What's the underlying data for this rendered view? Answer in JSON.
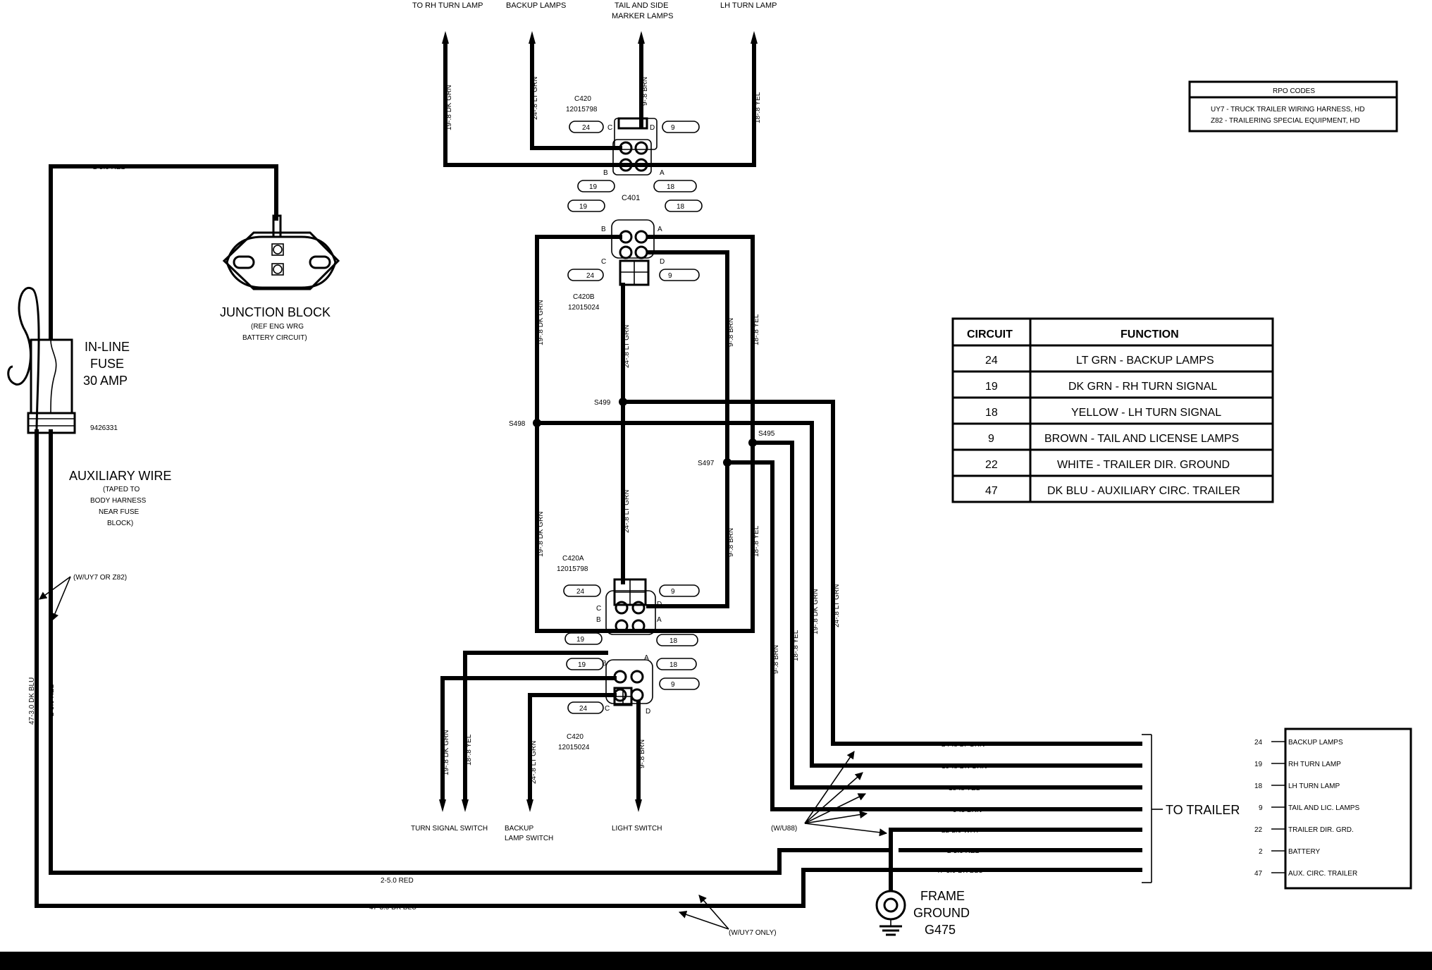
{
  "top_labels": {
    "rh_turn": "TO RH TURN LAMP",
    "backup": "BACKUP LAMPS",
    "tail_side_1": "TAIL AND SIDE",
    "tail_side_2": "MARKER LAMPS",
    "lh_turn": "LH TURN LAMP"
  },
  "wire_labels": {
    "w19_top": "19-.8 DK GRN",
    "w24_top": "24-.8 LT GRN",
    "w9_top": "9-.8 BRN",
    "w18_top": "18-.8 YEL",
    "w2_red_top": "2-5.0 RED",
    "w19_mid": "19-.8 DK GRN",
    "w24_mid": "24-.8 LT GRN",
    "w9_mid": "9-.8 BRN",
    "w18_mid": "18-.8 YEL",
    "w19_low": "19-.8 DK GRN",
    "w24_low": "24-.8 LT GRN",
    "w9_low": "9-.8 BRN",
    "w18_low": "18-.8 YEL",
    "w9_right": "9-.8 BRN",
    "w18_right": "18-.8 YEL",
    "w19_right": "19-.8 DK GRN",
    "w24_right": "24-.8 LT GRN",
    "w19_bot": "19-.8 DK GRN",
    "w18_bot": "18-.8 YEL",
    "w24_bot": "24-.8 LT GRN",
    "w9_bot": "9-.8 BRN",
    "w47_left": "47-3.0 DK BLU",
    "w2_left": "2-5.0 RED",
    "w2_bottom": "2-5.0 RED",
    "w47_bottom": "47-3.0 DK BLU"
  },
  "connectors": {
    "c420_top": "C420",
    "c420_top_pn": "12015798",
    "c401": "C401",
    "c420b": "C420B",
    "c420b_pn": "12015024",
    "c420a": "C420A",
    "c420a_pn": "12015798",
    "c420_bot": "C420",
    "c420_bot_pn": "12015024",
    "pin_a": "A",
    "pin_b": "B",
    "pin_c": "C",
    "pin_d": "D",
    "n24": "24",
    "n19": "19",
    "n18": "18",
    "n9": "9"
  },
  "splices": {
    "s499": "S499",
    "s498": "S498",
    "s495": "S495",
    "s497": "S497"
  },
  "rpo": {
    "title": "RPO CODES",
    "line1": "UY7 - TRUCK TRAILER WIRING HARNESS, HD",
    "line2": "Z82 - TRAILERING SPECIAL EQUIPMENT, HD"
  },
  "junction": {
    "title": "JUNCTION BLOCK",
    "sub1": "(REF ENG WRG",
    "sub2": "BATTERY CIRCUIT)"
  },
  "fuse": {
    "line1": "IN-LINE",
    "line2": "FUSE",
    "line3": "30 AMP",
    "part": "9426331"
  },
  "aux": {
    "title": "AUXILIARY WIRE",
    "sub1": "(TAPED TO",
    "sub2": "BODY HARNESS",
    "sub3": "NEAR FUSE",
    "sub4": "BLOCK)",
    "option": "(W/UY7 OR Z82)"
  },
  "circuit_table": {
    "head_circuit": "CIRCUIT",
    "head_function": "FUNCTION",
    "rows": [
      {
        "circuit": "24",
        "function": "LT GRN - BACKUP LAMPS"
      },
      {
        "circuit": "19",
        "function": "DK GRN - RH TURN SIGNAL"
      },
      {
        "circuit": "18",
        "function": "YELLOW - LH TURN SIGNAL"
      },
      {
        "circuit": "9",
        "function": "BROWN - TAIL AND LICENSE LAMPS"
      },
      {
        "circuit": "22",
        "function": "WHITE - TRAILER DIR. GROUND"
      },
      {
        "circuit": "47",
        "function": "DK BLU - AUXILIARY CIRC. TRAILER"
      }
    ]
  },
  "trailer": {
    "wires": [
      "24-.8 LT GRN",
      "19-.8 DK GRN",
      "18-.8 YEL",
      "9-.8 BRN",
      "22-2.0 WHT",
      "2-5.0 RED",
      "47-3.0 DK BLU"
    ],
    "to_trailer": "TO TRAILER",
    "wuse": "(W/U88)",
    "legend": [
      {
        "num": "24",
        "label": "BACKUP LAMPS"
      },
      {
        "num": "19",
        "label": "RH TURN LAMP"
      },
      {
        "num": "18",
        "label": "LH TURN LAMP"
      },
      {
        "num": "9",
        "label": "TAIL AND LIC. LAMPS"
      },
      {
        "num": "22",
        "label": "TRAILER DIR. GRD."
      },
      {
        "num": "2",
        "label": "BATTERY"
      },
      {
        "num": "47",
        "label": "AUX. CIRC. TRAILER"
      }
    ]
  },
  "ground": {
    "line1": "FRAME",
    "line2": "GROUND",
    "line3": "G475"
  },
  "bottom_labels": {
    "turn_switch": "TURN SIGNAL SWITCH",
    "backup_switch_1": "BACKUP",
    "backup_switch_2": "LAMP SWITCH",
    "light_switch": "LIGHT SWITCH",
    "uy7_only": "(W/UY7 ONLY)"
  }
}
